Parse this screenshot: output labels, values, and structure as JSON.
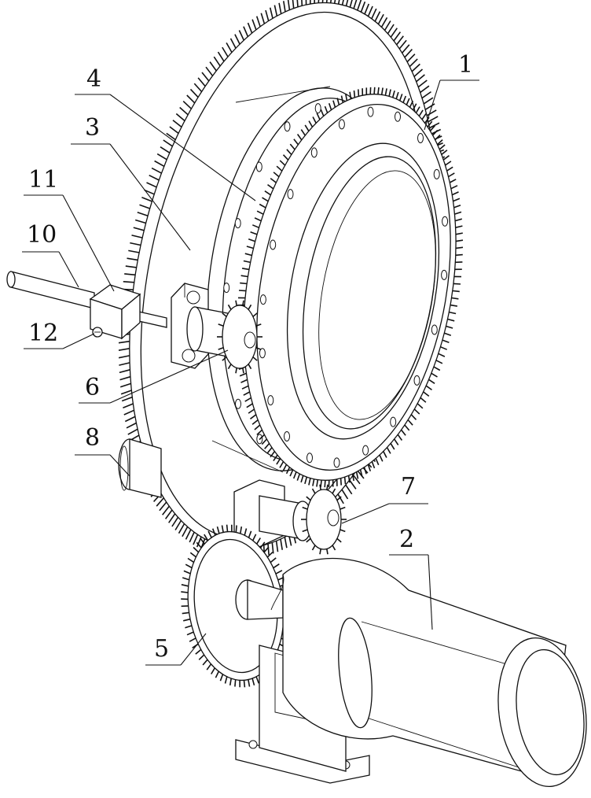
{
  "labels": {
    "l1": "1",
    "l2": "2",
    "l3": "3",
    "l4": "4",
    "l5": "5",
    "l6": "6",
    "l7": "7",
    "l8": "8",
    "l10": "10",
    "l11": "11",
    "l12": "12"
  }
}
